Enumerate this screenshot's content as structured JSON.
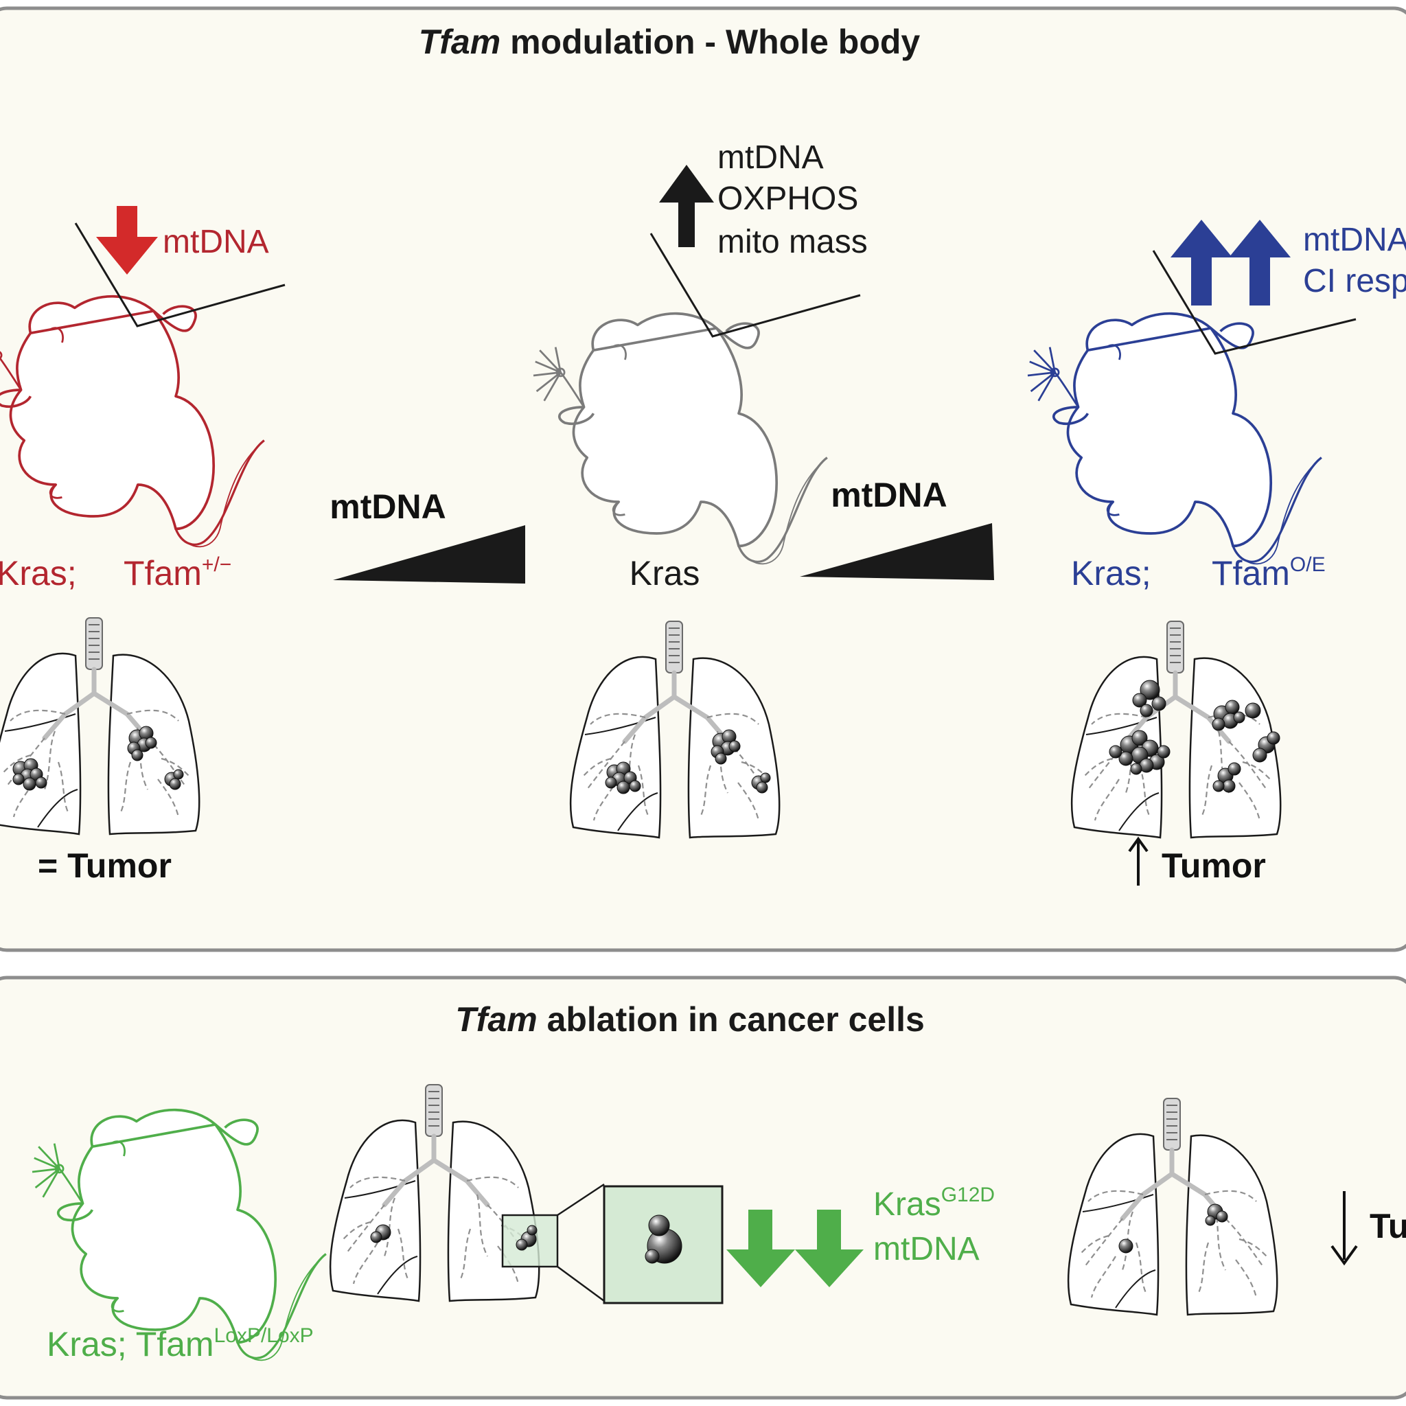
{
  "top_panel": {
    "title_italic": "Tfam",
    "title_rest": " modulation - Whole body",
    "mouse_left": {
      "genotype_prefix": "Kras;",
      "genotype_gene": "Tfam",
      "genotype_sup": "+/−",
      "color": "#b3262f",
      "effect_lines": [
        "mtDNA"
      ],
      "arrow_direction": "down",
      "tumor_label": "= Tumor"
    },
    "mouse_center": {
      "genotype": "Kras",
      "color": "#7b7b7b",
      "effect_lines": [
        "mtDNA",
        "OXPHOS",
        "mito mass"
      ],
      "arrow_direction": "up"
    },
    "mouse_right": {
      "genotype_prefix": "Kras;",
      "genotype_gene": "Tfam",
      "genotype_sup": "O/E",
      "color": "#2b3f95",
      "effect_lines": [
        "mtDNA",
        "CI resp"
      ],
      "arrow_direction": "double-up",
      "tumor_label": "Tumor"
    },
    "gradient_label_1": "mtDNA",
    "gradient_label_2": "mtDNA"
  },
  "bottom_panel": {
    "title_italic": "Tfam",
    "title_rest": " ablation in cancer cells",
    "mouse": {
      "genotype_prefix": "Kras; Tfam",
      "genotype_sup": "LoxP/LoxP",
      "color": "#4fae4a"
    },
    "effect_lines": [
      {
        "main": "Kras",
        "sup": "G12D"
      },
      {
        "main": "mtDNA",
        "sup": ""
      }
    ],
    "tumor_label": "Tu"
  },
  "colors": {
    "red": "#b3262f",
    "red_arrow": "#d32a2a",
    "gray": "#7b7b7b",
    "blue": "#2b3f95",
    "green": "#4fae4a",
    "panel_bg": "#fbfaf2",
    "panel_border": "#8d8d8d"
  }
}
